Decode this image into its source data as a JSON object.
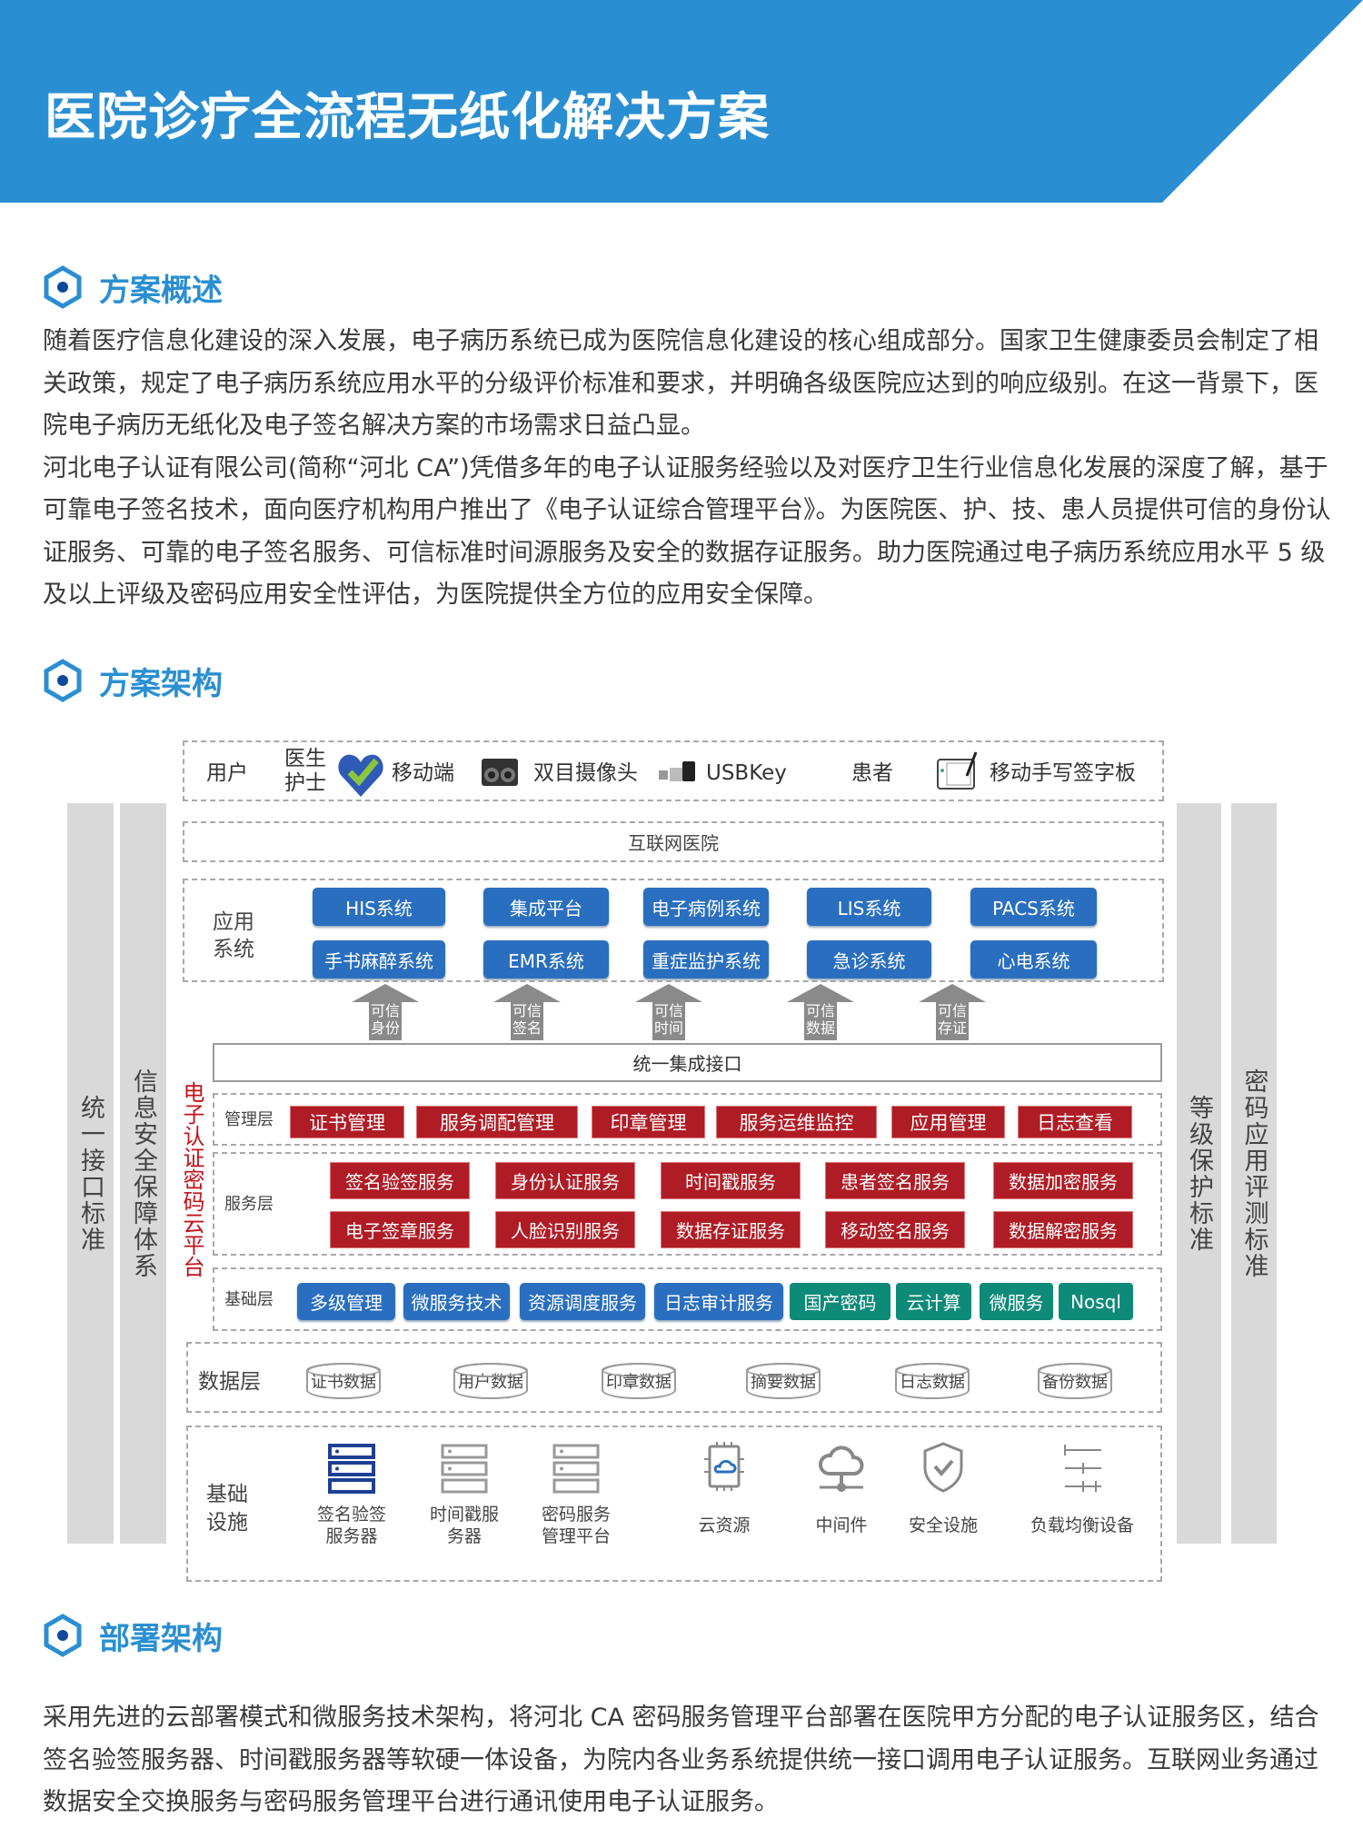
{
  "header": {
    "title": "医院诊疗全流程无纸化解决方案",
    "color": "#2a8fd2"
  },
  "sections": {
    "overview": {
      "heading": "方案概述",
      "paragraphs": [
        "随着医疗信息化建设的深入发展，电子病历系统已成为医院信息化建设的核心组成部分。国家卫生健康委员会制定了相关政策，规定了电子病历系统应用水平的分级评价标准和要求，并明确各级医院应达到的响应级别。在这一背景下，医院电子病历无纸化及电子签名解决方案的市场需求日益凸显。",
        "河北电子认证有限公司(简称“河北 CA”)凭借多年的电子认证服务经验以及对医疗卫生行业信息化发展的深度了解，基于可靠电子签名技术，面向医疗机构用户推出了《电子认证综合管理平台》。为医院医、护、技、患人员提供可信的身份认证服务、可靠的电子签名服务、可信标准时间源服务及安全的数据存证服务。助力医院通过电子病历系统应用水平 5 级及以上评级及密码应用安全性评估，为医院提供全方位的应用安全保障。"
      ]
    },
    "architecture": {
      "heading": "方案架构"
    },
    "deployment": {
      "heading": "部署架构",
      "paragraphs": [
        "采用先进的云部署模式和微服务技术架构，将河北 CA 密码服务管理平台部署在医院甲方分配的电子认证服务区，结合签名验签服务器、时间戳服务器等软硬一体设备，为院内各业务系统提供统一接口调用电子认证服务。互联网业务通过数据安全交换服务与密码服务管理平台进行通讯使用电子认证服务。"
      ]
    }
  },
  "diagram": {
    "users": {
      "label": "用户",
      "doctor": "医生护士",
      "mobile": "移动端",
      "camera": "双目摄像头",
      "usbkey": "USBKey",
      "patient": "患者",
      "pad": "移动手写签字板"
    },
    "internet_hospital": "互联网医院",
    "app_layer": {
      "label": "应用系统",
      "items": [
        "HIS系统",
        "集成平台",
        "电子病例系统",
        "LIS系统",
        "PACS系统",
        "手书麻醉系统",
        "EMR系统",
        "重症监护系统",
        "急诊系统",
        "心电系统"
      ]
    },
    "arrows": [
      "可信身份",
      "可信签名",
      "可信时间",
      "可信数据",
      "可信存证"
    ],
    "unified_interface": "统一集成接口",
    "platform_label": "电子认证密码云平台",
    "management": {
      "label": "管理层",
      "items": [
        "证书管理",
        "服务调配管理",
        "印章管理",
        "服务运维监控",
        "应用管理",
        "日志查看"
      ]
    },
    "service": {
      "label": "服务层",
      "items": [
        "签名验签服务",
        "身份认证服务",
        "时间戳服务",
        "患者签名服务",
        "数据加密服务",
        "电子签章服务",
        "人脸识别服务",
        "数据存证服务",
        "移动签名服务",
        "数据解密服务"
      ]
    },
    "base": {
      "label": "基础层",
      "items": [
        "多级管理",
        "微服务技术",
        "资源调度服务",
        "日志审计服务",
        "国产密码",
        "云计算",
        "微服务",
        "Nosql"
      ]
    },
    "data": {
      "label": "数据层",
      "items": [
        "证书数据",
        "用户数据",
        "印章数据",
        "摘要数据",
        "日志数据",
        "备份数据"
      ]
    },
    "infra": {
      "label": "基础设施",
      "items": [
        "签名验签服务器",
        "时间戳服务器",
        "密码服务管理平台",
        "云资源",
        "中间件",
        "安全设施",
        "负载均衡设备"
      ]
    },
    "side_bars": [
      "统一接口标准",
      "信息安全保障体系",
      "等级保护标准",
      "密码应用评测标准"
    ]
  }
}
